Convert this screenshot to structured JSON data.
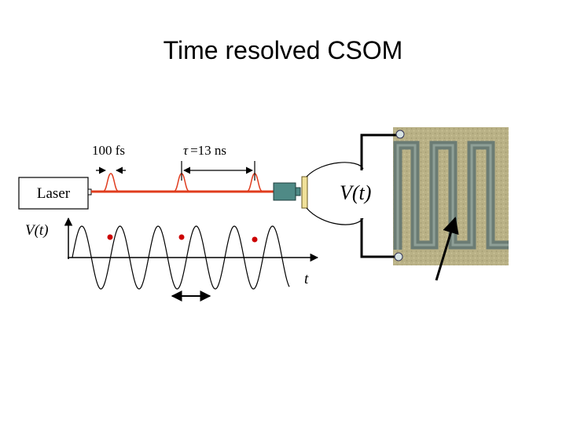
{
  "title": "Time resolved CSOM",
  "labels": {
    "pulse_width": "100 fs",
    "period_symbol": "τ",
    "period_value": "=13 ns",
    "laser": "Laser",
    "voltage_axis": "V(t)",
    "time_axis": "t",
    "device_voltage": "V(t)"
  },
  "colors": {
    "beam": "#e03c1e",
    "sample_dot": "#cc0000",
    "detector": "#4f8a86",
    "chip_background": "#b9b186",
    "electrode_trace": "#6b7c74"
  }
}
